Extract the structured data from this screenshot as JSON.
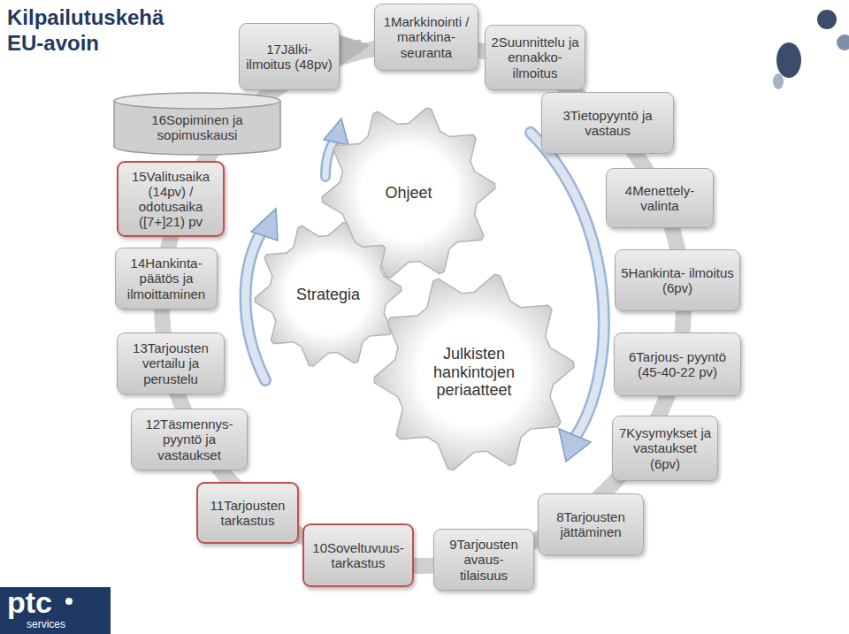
{
  "diagram": {
    "title": "Kilpailutuskehä EU-avoin",
    "nodes": [
      {
        "text": [
          "1Markkinointi / markkina- seuranta"
        ]
      },
      {
        "text": [
          "2Suunnittelu ja ennakko- ilmoitus"
        ]
      },
      {
        "text": [
          "3Tietopyyntö ja vastaus"
        ]
      },
      {
        "text": [
          "4Menettely- valinta"
        ]
      },
      {
        "text": [
          "5Hankinta- ilmoitus (6pv)"
        ]
      },
      {
        "text": [
          "6Tarjous- pyyntö (45-40-22 pv)"
        ]
      },
      {
        "text": [
          "7Kysymykset ja vastaukset (6pv)"
        ]
      },
      {
        "text": [
          "8Tarjousten jättäminen"
        ]
      },
      {
        "text": [
          "9Tarjousten avaus- tilaisuus"
        ]
      },
      {
        "text": [
          "10Soveltuvuus- tarkastus"
        ]
      },
      {
        "text": [
          "11Tarjousten tarkastus"
        ]
      },
      {
        "text": [
          "12Täsmennys- pyyntö ja vastaukset"
        ]
      },
      {
        "text": [
          "13Tarjousten vertailu ja perustelu"
        ]
      },
      {
        "text": [
          "14Hankinta- päätös ja ilmoittaminen"
        ]
      },
      {
        "text": [
          "15Valitusaika (14pv) / odotusaika ([7+]21) pv"
        ]
      },
      {
        "text": [
          "16Sopiminen ja sopimuskausi"
        ]
      },
      {
        "text": [
          "17Jälki- ilmoitus (48pv)"
        ]
      },
      {
        "text": [
          "Ohjeet"
        ]
      },
      {
        "text": [
          "Strategia"
        ]
      },
      {
        "text": [
          "Julkisten hankintojen periaatteet"
        ]
      }
    ],
    "edges": [
      {
        "from": 16,
        "to": 0,
        "arrow": "to"
      }
    ],
    "labels": [
      "ptc",
      "services",
      "©"
    ]
  }
}
